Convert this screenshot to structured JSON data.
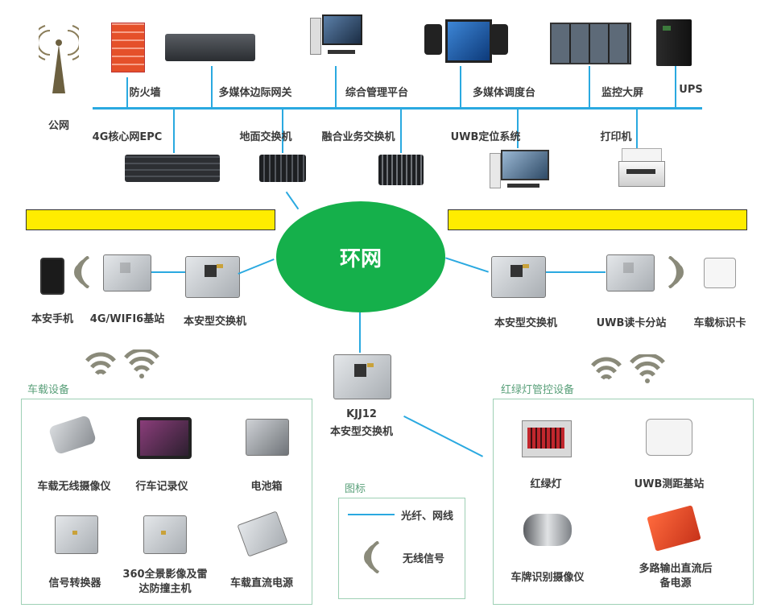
{
  "colors": {
    "fiber_line": "#2aa9e0",
    "ring": "#15b04b",
    "yellow_bar": "#ffec00",
    "group_border": "#9ed0b5",
    "group_title": "#5aa07a"
  },
  "top_devices": [
    {
      "label": "防火墙"
    },
    {
      "label": "多媒体边际网关"
    },
    {
      "label": "综合管理平台"
    },
    {
      "label": "多媒体调度台"
    },
    {
      "label": "监控大屏"
    },
    {
      "label": "UPS"
    }
  ],
  "public_net": "公网",
  "bottom_devices": [
    {
      "label": "4G核心网EPC"
    },
    {
      "label": "地面交换机"
    },
    {
      "label": "融合业务交换机"
    },
    {
      "label": "UWB定位系统"
    },
    {
      "label": "打印机"
    }
  ],
  "ring_label": "环网",
  "left_chain": [
    {
      "label": "本安手机"
    },
    {
      "label": "4G/WIFI6基站"
    },
    {
      "label": "本安型交换机"
    }
  ],
  "right_chain": [
    {
      "label": "本安型交换机"
    },
    {
      "label": "UWB读卡分站"
    },
    {
      "label": "车载标识卡"
    }
  ],
  "center_switch": {
    "line1": "KJJ12",
    "line2": "本安型交换机"
  },
  "vehicle_group": {
    "title": "车载设备",
    "items": [
      {
        "label": "车载无线摄像仪"
      },
      {
        "label": "行车记录仪"
      },
      {
        "label": "电池箱"
      },
      {
        "label": "信号转换器"
      },
      {
        "label": "360全景影像及雷达防撞主机"
      },
      {
        "label": "车载直流电源"
      }
    ]
  },
  "traffic_group": {
    "title": "红绿灯管控设备",
    "items": [
      {
        "label": "红绿灯"
      },
      {
        "label": "UWB测距基站"
      },
      {
        "label": "车牌识别摄像仪"
      },
      {
        "label": "多路输出直流后备电源"
      }
    ]
  },
  "legend": {
    "title": "图标",
    "line_label": "光纤、网线",
    "wireless_label": "无线信号"
  }
}
